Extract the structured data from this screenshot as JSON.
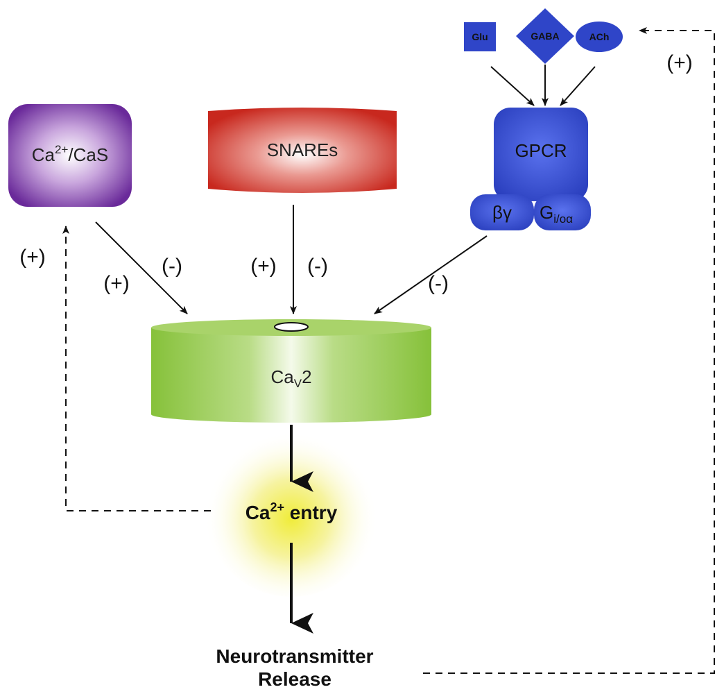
{
  "nodes": {
    "ca_cas": {
      "base": "Ca",
      "sup": "2+",
      "rest": "/CaS"
    },
    "snares": "SNAREs",
    "gpcr": "GPCR",
    "beta_gamma": "βγ",
    "g_protein": {
      "base": "G",
      "sub": "i/oα"
    },
    "cav2": {
      "base": "Ca",
      "sub": "V",
      "rest": "2"
    },
    "ca_entry": {
      "base": "Ca",
      "sup": "2+",
      "rest": " entry"
    },
    "neurotransmitter_release": [
      "Neurotransmitter",
      "Release"
    ]
  },
  "ligands": {
    "glu": "Glu",
    "gaba": "GABA",
    "ach": "ACh"
  },
  "signs": {
    "feedback_release": "(+)",
    "feedback_ca_entry": "(+)",
    "cas_pos": "(+)",
    "cas_neg": "(-)",
    "snares_pos": "(+)",
    "snares_neg": "(-)",
    "gpcr_neg": "(-)"
  },
  "colors": {
    "ca_cas": "#6a2a9a",
    "snares": "#c8281e",
    "gpcr": "#2f45c8",
    "cav2": "#8cc63f",
    "ca_entry": "#f2ee5a",
    "arrow": "#111111"
  }
}
